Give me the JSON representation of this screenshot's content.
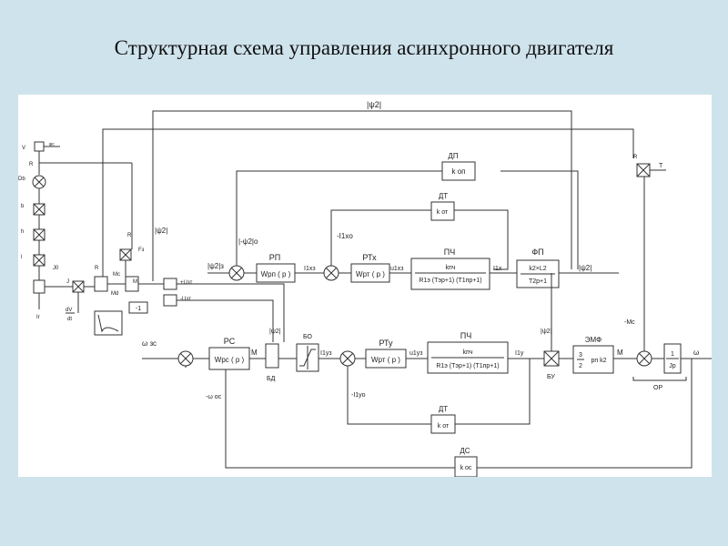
{
  "title": "Структурная схема управления асинхронного двигателя",
  "labels": {
    "psi2_top": "|ψ2|",
    "dp_name": "ДП",
    "dp_block": "k оп",
    "dt1_name": "ДТ",
    "dt1_block": "k от",
    "rp_name": "РП",
    "rp_block": "Wрп ( p )",
    "rtx_name": "РТх",
    "rtx_block": "Wрт ( p )",
    "pch1_name": "ПЧ",
    "pch1_num": "kпч",
    "pch1_den": "R1э (Tэр+1) (T1пр+1)",
    "fp_name": "ФП",
    "fp_num": "k2×L2",
    "fp_den": "T2p+1",
    "psi2_out": "|ψ2|",
    "psi2_ref_left": "|ψ2|з",
    "psi2_minus": "|-ψ2|о",
    "i1xz": "I1xз",
    "u1xz": "u1xз",
    "i1x": "I1x",
    "i1x_fb": "-I1xо",
    "rs_name": "РС",
    "rs_block": "Wpc ( p )",
    "rtu_name": "РТу",
    "rtu_block": "Wрт ( p )",
    "pch2_name": "ПЧ",
    "pch2_num": "kпч",
    "pch2_den": "R1э (Tэр+1) (T1пр+1)",
    "emf_name": "ЭМФ",
    "emf_frac_num": "3",
    "emf_frac_den": "2",
    "emf_rest": "pп k2",
    "op_name": "ОР",
    "op_num": "1",
    "op_den": "Jp",
    "bo_name": "БО",
    "bd_name": "БД",
    "bu_name": "БУ",
    "dt2_name": "ДТ",
    "dt2_block": "k от",
    "ds_name": "ДС",
    "ds_block": "k oc",
    "omega_zs": "ω зс",
    "omega_out": "ω",
    "omega_os": "-ω oc",
    "m1": "M",
    "m2": "M",
    "minus_mc": "-Mc",
    "i1yz": "I1yз",
    "u1yz": "u1yз",
    "i1y": "I1y",
    "i1y_fb": "-I1yо",
    "psi2_mid": "|ψ2|",
    "psi2_bd": "|ψ2|",
    "psi2_bu": "|ψ2|",
    "plus_u": "+Uзт",
    "minus_u": "-Uзт",
    "minus_one": "-1",
    "v": "V",
    "phi_c": "φс",
    "r1": "R",
    "d_b": "Db",
    "b": "b",
    "h": "h",
    "l": "l",
    "j0": "J0",
    "ir": "Ir",
    "r2": "R",
    "mc_left": "Mc",
    "r3": "R",
    "fz": "Fз",
    "r4": "R",
    "m_small": "M",
    "md": "Md",
    "j_small": "J",
    "dv": "dV",
    "dt": "dt",
    "r_right": "R",
    "t_right": "T"
  }
}
